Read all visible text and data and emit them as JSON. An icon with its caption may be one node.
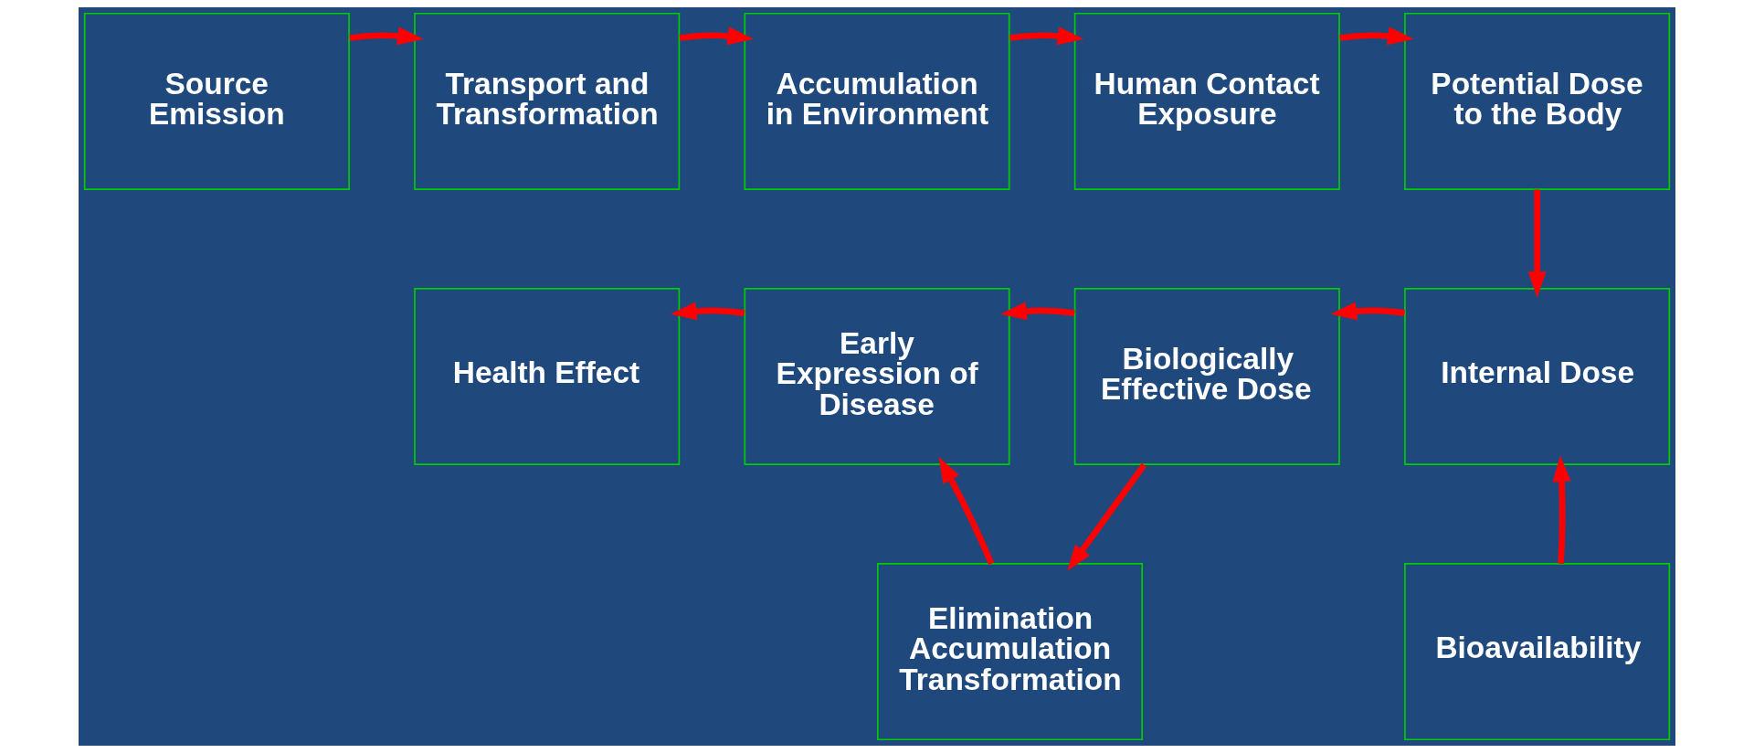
{
  "diagram": {
    "nodes": [
      {
        "text": [
          "Source Emission"
        ]
      },
      {
        "text": [
          "Transport and Transformation"
        ]
      },
      {
        "text": [
          "Accumulation in Environment"
        ]
      },
      {
        "text": [
          "Human Contact Exposure"
        ]
      },
      {
        "text": [
          "Potential Dose to the Body"
        ]
      },
      {
        "text": [
          "Health Effect"
        ]
      },
      {
        "text": [
          "Early Expression of Disease"
        ]
      },
      {
        "text": [
          "Biologically Effective Dose"
        ]
      },
      {
        "text": [
          "Internal Dose"
        ]
      },
      {
        "text": [
          "Elimination Accumulation Transformation"
        ]
      },
      {
        "text": [
          "Bioavailability"
        ]
      }
    ],
    "edges": [
      {
        "from": 0,
        "to": 1,
        "arrow": "to"
      },
      {
        "from": 1,
        "to": 2,
        "arrow": "to"
      },
      {
        "from": 2,
        "to": 3,
        "arrow": "to"
      },
      {
        "from": 3,
        "to": 4,
        "arrow": "to"
      },
      {
        "from": 4,
        "to": 8,
        "arrow": "to"
      },
      {
        "from": 8,
        "to": 7,
        "arrow": "to"
      },
      {
        "from": 7,
        "to": 6,
        "arrow": "to"
      },
      {
        "from": 6,
        "to": 5,
        "arrow": "to"
      },
      {
        "from": 9,
        "to": 6,
        "arrow": "to"
      },
      {
        "from": 7,
        "to": 9,
        "arrow": "to"
      },
      {
        "from": 10,
        "to": 8,
        "arrow": "to"
      }
    ]
  }
}
